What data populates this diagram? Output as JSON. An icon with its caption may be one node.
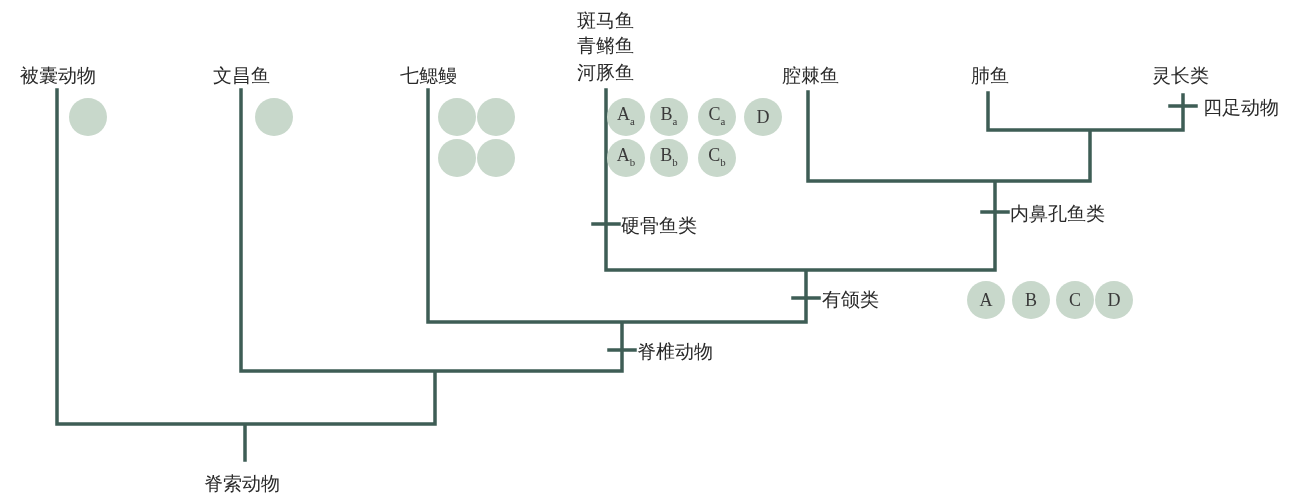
{
  "diagram": {
    "nodes": [
      {
        "text": [],
        "shape": "circle"
      },
      {
        "text": [],
        "shape": "circle"
      },
      {
        "text": [],
        "shape": "circle"
      },
      {
        "text": [],
        "shape": "circle"
      },
      {
        "text": [
          "A$_{a}$"
        ]
      },
      {
        "text": [
          "B$_{a}$"
        ]
      },
      {
        "text": [
          "C$_{a}$"
        ]
      },
      {
        "text": [
          "D"
        ]
      },
      {
        "text": [],
        "shape": "circle"
      },
      {
        "text": [],
        "shape": "circle"
      },
      {
        "text": [
          "A$_{b}$"
        ]
      },
      {
        "text": [
          "B$_{b}$"
        ]
      },
      {
        "text": [
          "C$_{b}$"
        ]
      },
      {
        "text": [
          "A"
        ]
      },
      {
        "text": [
          "B"
        ]
      },
      {
        "text": [
          "C"
        ]
      },
      {
        "text": [
          "D"
        ]
      }
    ],
    "edges": [],
    "labels": [
      "斑马鱼",
      "青鳉鱼",
      "被囊动物",
      "文昌鱼",
      "七鳃鳗",
      "河豚鱼",
      "腔棘鱼",
      "肺鱼",
      "灵长类",
      "四足动物",
      "内鼻孔鱼类",
      "硬骨鱼类",
      "有颌类",
      "脊椎动物",
      "脊索动物"
    ]
  }
}
